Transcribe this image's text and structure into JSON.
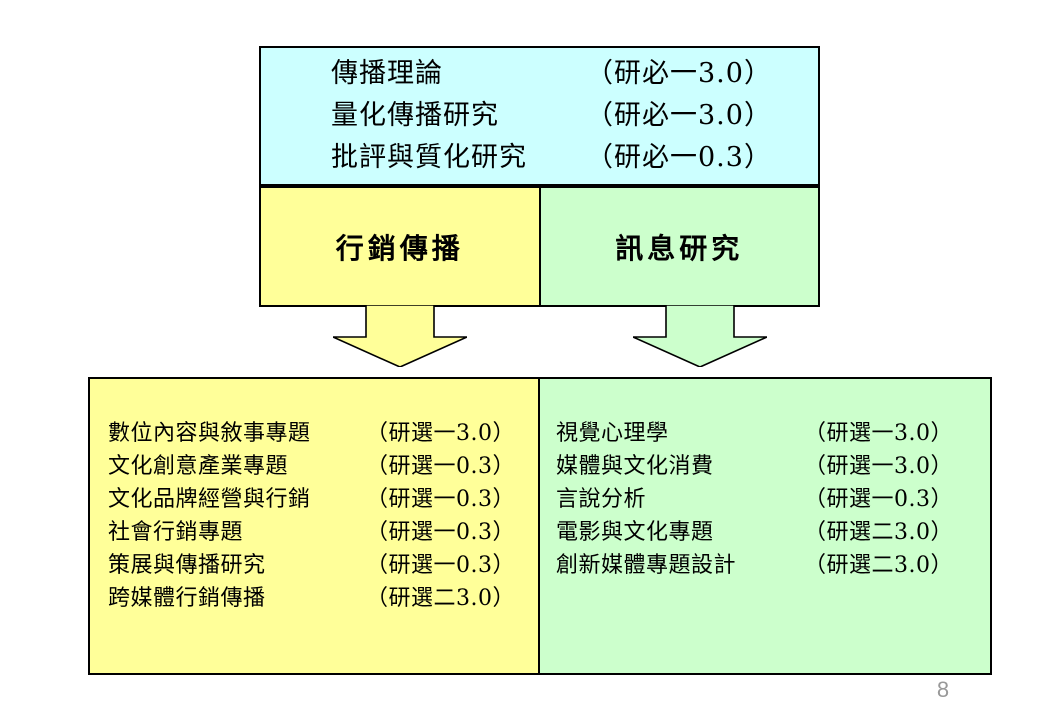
{
  "slide": {
    "page_number": "8",
    "colors": {
      "required_box": "#CCFFFF",
      "marketing_track": "#FFFF99",
      "message_track": "#CCFFCC",
      "border": "#000000",
      "page_number": "#999999"
    }
  },
  "required_courses": {
    "items": [
      {
        "name": "傳播理論",
        "code": "（研必一3.0）"
      },
      {
        "name": "量化傳播研究",
        "code": "（研必一3.0）"
      },
      {
        "name": "批評與質化研究",
        "code": "（研必一0.3）"
      }
    ]
  },
  "tracks": {
    "left": {
      "label": "行銷傳播"
    },
    "right": {
      "label": "訊息研究"
    }
  },
  "arrows": {
    "left": {
      "name": "down-arrow-marketing",
      "fill": "#FFFF99"
    },
    "right": {
      "name": "down-arrow-message",
      "fill": "#CCFFCC"
    }
  },
  "electives": {
    "left": {
      "items": [
        {
          "name": "數位內容與敘事專題",
          "code": "（研選一3.0）"
        },
        {
          "name": "文化創意產業專題",
          "code": "（研選一0.3）"
        },
        {
          "name": "文化品牌經營與行銷",
          "code": "（研選一0.3）"
        },
        {
          "name": "社會行銷專題",
          "code": "（研選一0.3）"
        },
        {
          "name": "策展與傳播研究",
          "code": "（研選一0.3）"
        },
        {
          "name": "跨媒體行銷傳播",
          "code": "（研選二3.0）"
        }
      ]
    },
    "right": {
      "items": [
        {
          "name": "視覺心理學",
          "code": "（研選一3.0）"
        },
        {
          "name": "媒體與文化消費",
          "code": "（研選一3.0）"
        },
        {
          "name": "言說分析",
          "code": "（研選一0.3）"
        },
        {
          "name": "電影與文化專題",
          "code": "（研選二3.0）"
        },
        {
          "name": "創新媒體專題設計",
          "code": "（研選二3.0）"
        }
      ]
    }
  }
}
